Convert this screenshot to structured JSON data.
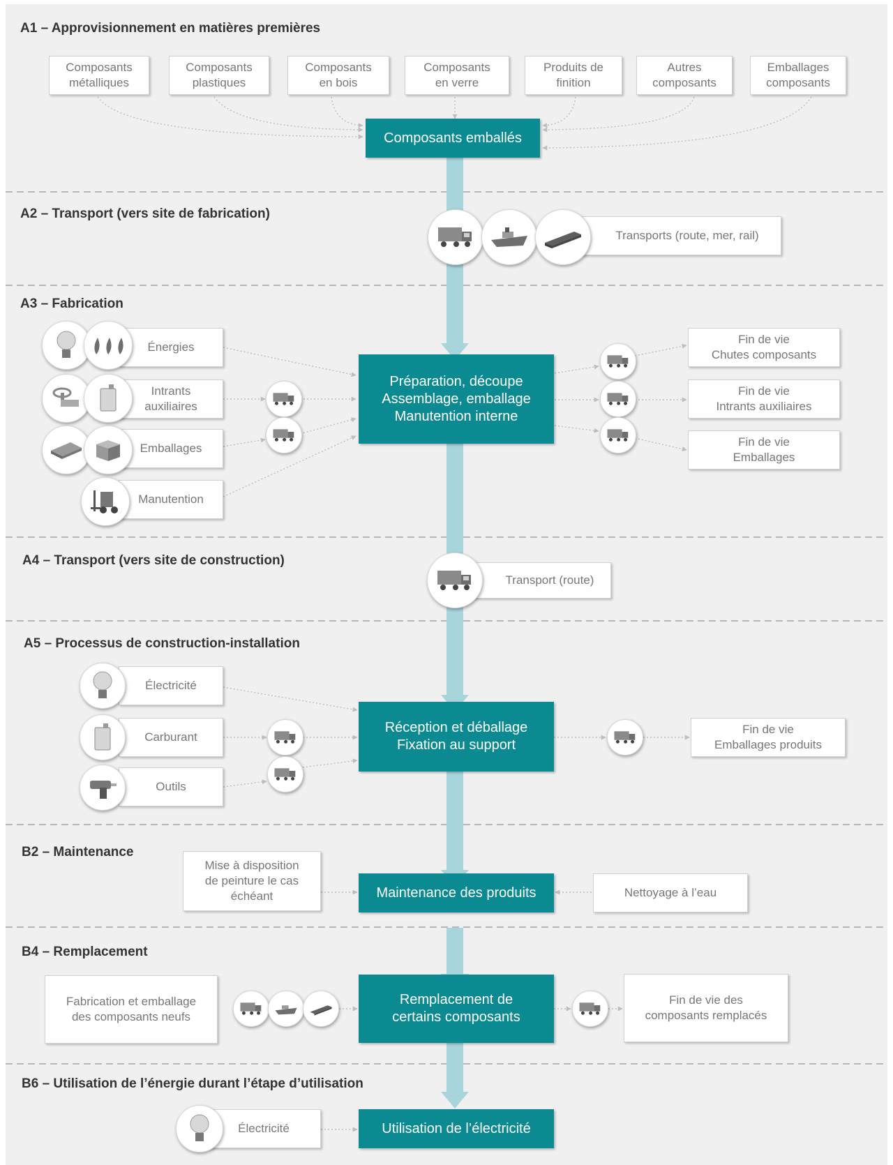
{
  "sections": {
    "a1": "A1 – Approvisionnement en matières premières",
    "a2": "A2 – Transport (vers site de fabrication)",
    "a3": "A3 – Fabrication",
    "a4": "A4 – Transport (vers site de construction)",
    "a5": "A5 – Processus de construction-installation",
    "b2": "B2 – Maintenance",
    "b4": "B4 – Remplacement",
    "b6": "B6 – Utilisation de l’énergie durant l’étape d’utilisation"
  },
  "a1": {
    "inputs": [
      "Composants\nmétalliques",
      "Composants\nplastiques",
      "Composants\nen bois",
      "Composants\nen verre",
      "Produits de\nfinition",
      "Autres\ncomposants",
      "Emballages\ncomposants"
    ],
    "process": "Composants emballés"
  },
  "a2": {
    "transport": "Transports (route, mer, rail)"
  },
  "a3": {
    "inputs": [
      "Énergies",
      "Intrants\nauxiliaires",
      "Emballages",
      "Manutention"
    ],
    "process": "Préparation, découpe\nAssemblage, emballage\nManutention interne",
    "outputs": [
      "Fin de vie\nChutes composants",
      "Fin de vie\nIntrants auxiliaires",
      "Fin de vie\nEmballages"
    ]
  },
  "a4": {
    "transport": "Transport (route)"
  },
  "a5": {
    "inputs": [
      "Électricité",
      "Carburant",
      "Outils"
    ],
    "process": "Réception et déballage\nFixation au support",
    "output": "Fin de vie\nEmballages produits"
  },
  "b2": {
    "left": "Mise à disposition\nde peinture le cas\néchéant",
    "process": "Maintenance des produits",
    "right": "Nettoyage à l’eau"
  },
  "b4": {
    "left": "Fabrication et emballage\ndes composants neufs",
    "process": "Remplacement de\ncertains composants",
    "right": "Fin de vie des\ncomposants remplacés"
  },
  "b6": {
    "input": "Électricité",
    "process": "Utilisation de l’électricité"
  },
  "colors": {
    "process": "#0b8a92",
    "flow": "#a8d4db",
    "background": "#f0f0f0"
  },
  "icons": [
    "truck-icon",
    "ship-icon",
    "train-icon",
    "bulb-icon",
    "flame-icon",
    "valve-icon",
    "jerrycan-icon",
    "pallet-icon",
    "box-icon",
    "forklift-icon",
    "drill-icon"
  ]
}
